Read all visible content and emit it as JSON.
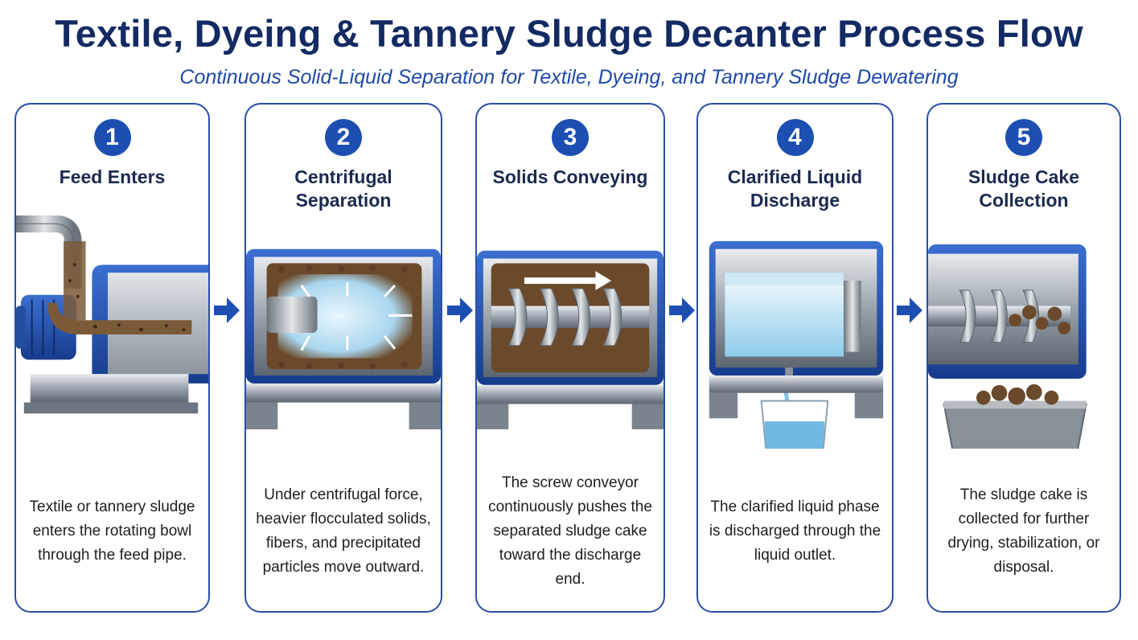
{
  "header": {
    "title": "Textile, Dyeing & Tannery Sludge Decanter Process Flow",
    "subtitle": "Continuous Solid-Liquid Separation for Textile, Dyeing, and Tannery Sludge Dewatering"
  },
  "steps": [
    {
      "number": "1",
      "title": "Feed Enters",
      "description": "Textile or tannery sludge enters the rotating bowl through the feed pipe."
    },
    {
      "number": "2",
      "title": "Centrifugal Separation",
      "description": "Under centrifugal force, heavier flocculated solids, fibers, and precipitated particles move outward."
    },
    {
      "number": "3",
      "title": "Solids Conveying",
      "description": "The screw conveyor continuously pushes the separated sludge cake toward the discharge end."
    },
    {
      "number": "4",
      "title": "Clarified Liquid Discharge",
      "description": "The clarified liquid phase is discharged through the liquid outlet."
    },
    {
      "number": "5",
      "title": "Sludge Cake Collection",
      "description": "The sludge cake is collected for further drying, stabilization, or disposal."
    }
  ],
  "colors": {
    "accent": "#1d4fb3",
    "title": "#132a63",
    "sludge": "#6b4a2b",
    "water": "#a8d8f0",
    "steel": "#9aa3ad"
  },
  "icons": [
    "arrow-right-icon",
    "decanter-icon",
    "feed-pipe-icon",
    "motor-icon",
    "screw-conveyor-icon",
    "beaker-icon",
    "cake-tray-icon"
  ]
}
